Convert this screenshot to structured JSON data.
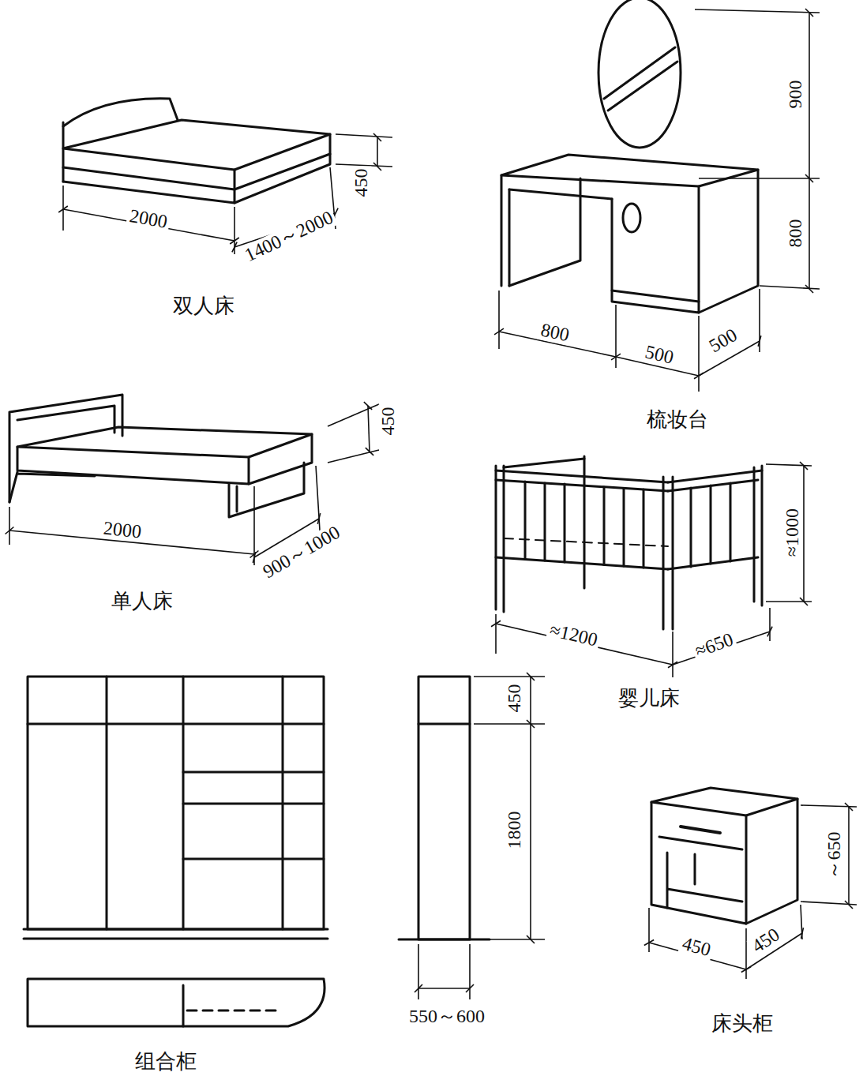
{
  "diagram": {
    "labels": [
      "2000",
      "1400～2000",
      "450",
      "双人床",
      "900",
      "800",
      "800",
      "500",
      "500",
      "梳妆台",
      "450",
      "2000",
      "900～1000",
      "单人床",
      "≈1000",
      "≈1200",
      "≈650",
      "婴儿床",
      "450",
      "1800",
      "550～600",
      "组合柜",
      "～650",
      "450",
      "450",
      "床头柜"
    ]
  }
}
